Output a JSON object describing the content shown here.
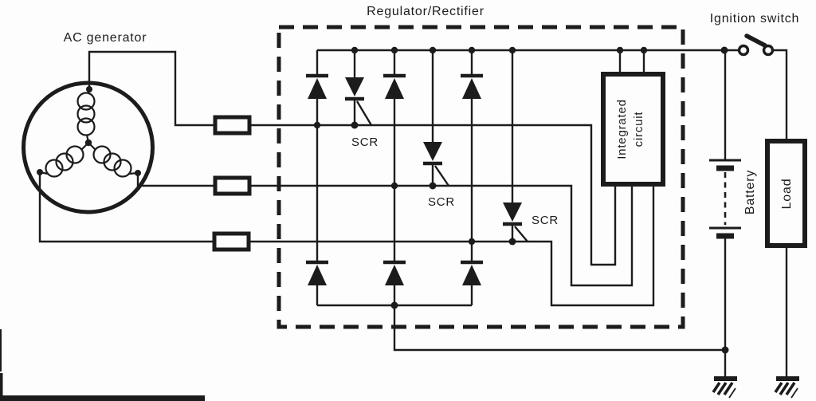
{
  "labels": {
    "ac_generator": "AC generator",
    "regulator_rectifier": "Regulator/Rectifier",
    "ignition_switch": "Ignition switch",
    "scr": "SCR",
    "integrated_circuit_line1": "Integrated",
    "integrated_circuit_line2": "circuit",
    "battery": "Battery",
    "load": "Load"
  },
  "components": [
    "three-phase-ac-generator-symbol",
    "fuse-symbol-x3",
    "rectifier-diode-symbol-x6",
    "scr-thyristor-symbol-x3",
    "integrated-circuit-block",
    "ignition-switch-open-contact",
    "two-cell-battery-symbol",
    "load-block",
    "ground-symbol-x2"
  ],
  "colors": {
    "ink": "#1c1c1c",
    "paper": "#fdfdfd"
  }
}
